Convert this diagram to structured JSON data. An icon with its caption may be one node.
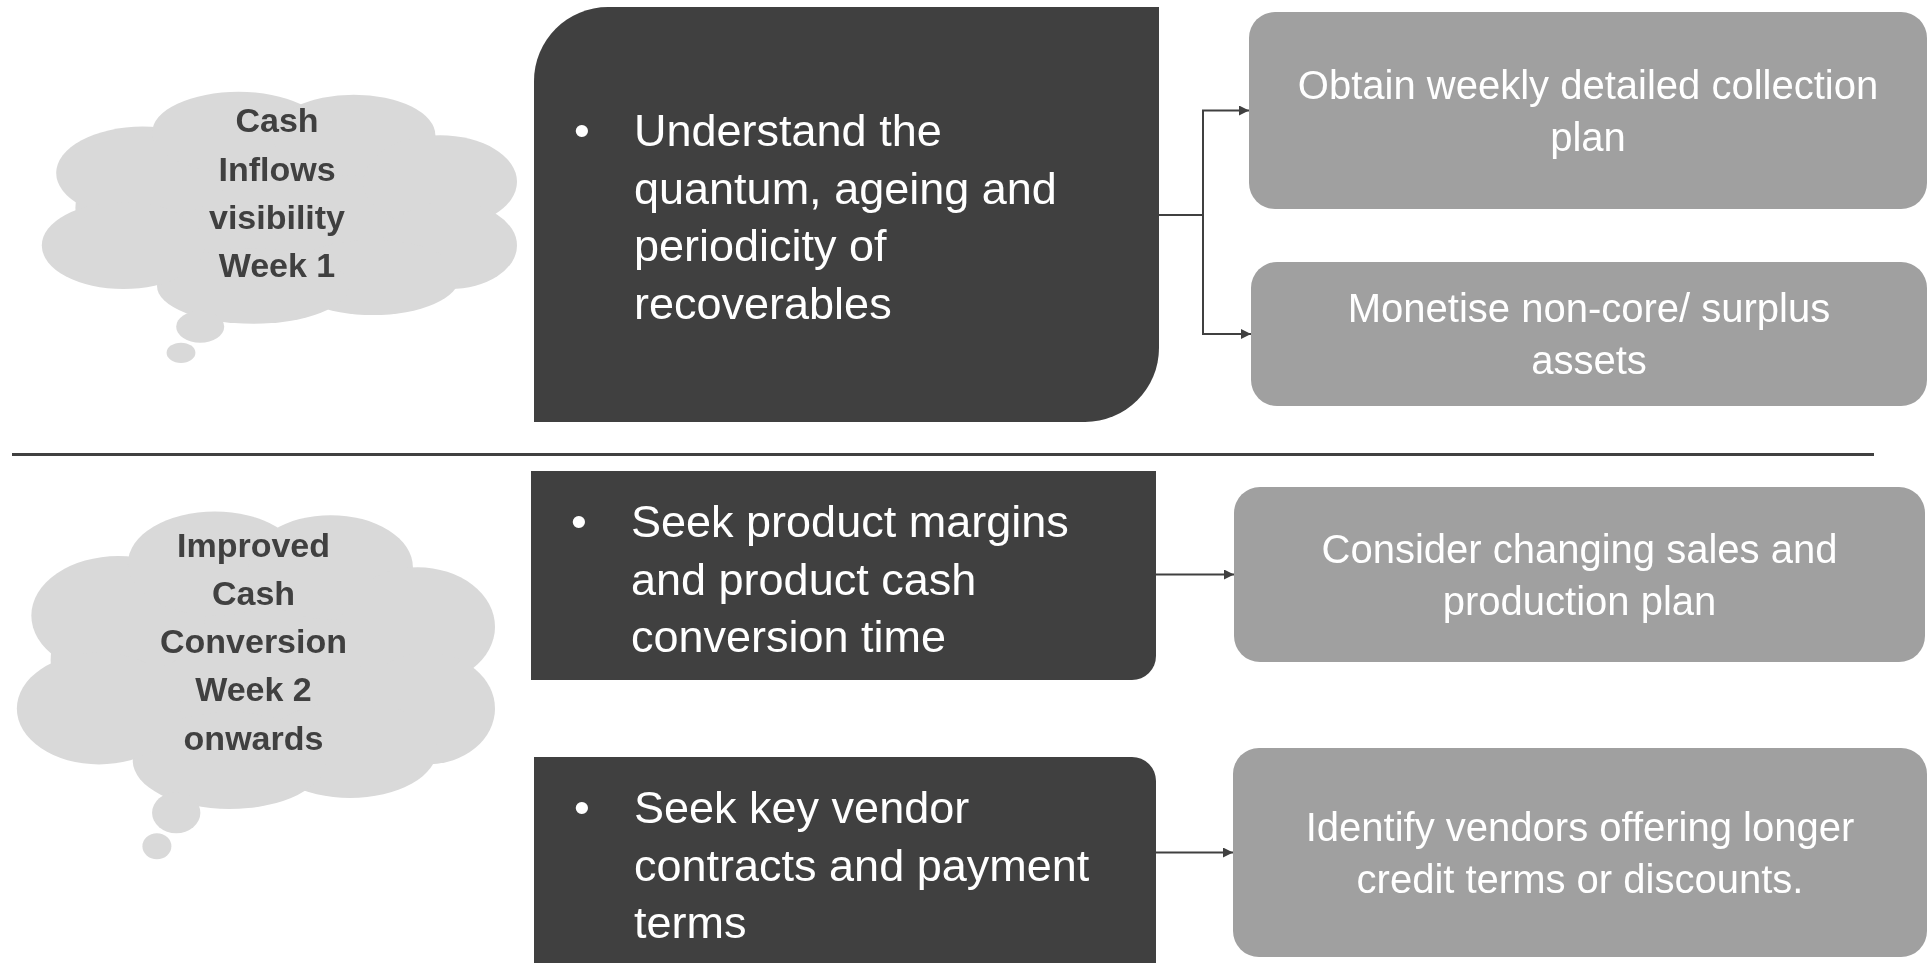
{
  "diagram": {
    "nodes": [
      {
        "text": [
          "Cash Inflows visibility Week 1"
        ]
      },
      {
        "text": [
          "•",
          "Understand the quantum, ageing and periodicity of recoverables"
        ]
      },
      {
        "text": [
          "Obtain weekly detailed collection plan"
        ]
      },
      {
        "text": [
          "Monetise non-core/ surplus assets"
        ]
      },
      {
        "text": [
          "Improved Cash Conversion Week 2 onwards"
        ]
      },
      {
        "text": [
          "•",
          "Seek product margins and product cash conversion time"
        ]
      },
      {
        "text": [
          "Consider changing sales and production plan"
        ]
      },
      {
        "text": [
          "•",
          "Seek key vendor contracts and payment terms"
        ]
      },
      {
        "text": [
          "Identify vendors offering longer credit terms or discounts."
        ]
      }
    ],
    "edges": [
      {
        "from": 1,
        "to": 2,
        "arrow": "to"
      },
      {
        "from": 1,
        "to": 3,
        "arrow": "to"
      },
      {
        "from": 5,
        "to": 6,
        "arrow": "to"
      },
      {
        "from": 7,
        "to": 8,
        "arrow": "to"
      }
    ]
  }
}
